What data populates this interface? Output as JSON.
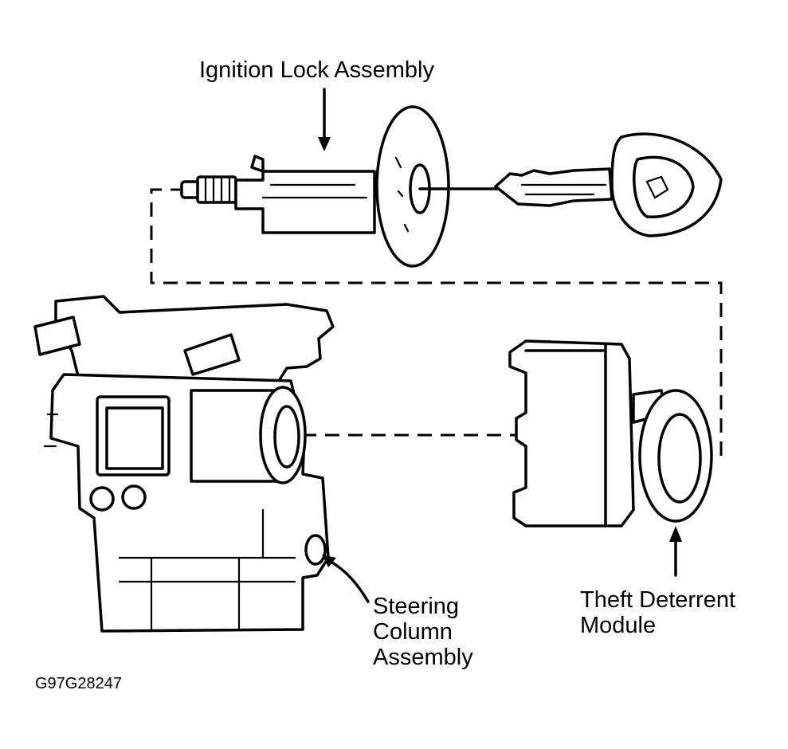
{
  "labels": {
    "ignition_lock": "Ignition Lock Assembly",
    "steering_column": [
      "Steering",
      "Column",
      "Assembly"
    ],
    "theft_deterrent": [
      "Theft Deterrent",
      "Module"
    ],
    "figure_code": "G97G28247"
  }
}
